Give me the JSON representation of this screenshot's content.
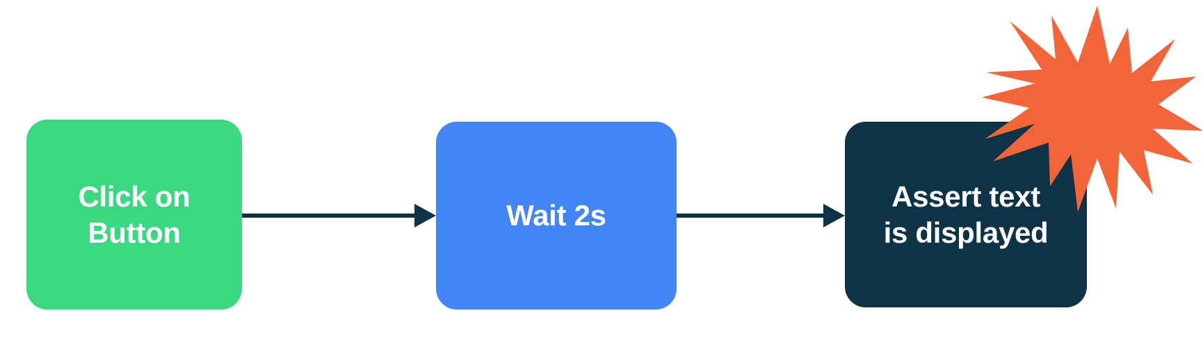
{
  "diagram": {
    "title": "test-step-flow",
    "background_color": "#ffffff",
    "nodes": [
      {
        "id": "click-on-button",
        "label": "Click on\nButton",
        "fill": "#3BD882",
        "text_color": "#ffffff"
      },
      {
        "id": "wait-2s",
        "label": "Wait 2s",
        "fill": "#4285F4",
        "text_color": "#ffffff"
      },
      {
        "id": "assert-text-is-displayed",
        "label": "Assert text\nis displayed",
        "fill": "#0E3347",
        "text_color": "#ffffff"
      }
    ],
    "connectors": [
      {
        "id": "arrow-click-to-wait",
        "from": "click-on-button",
        "to": "wait-2s",
        "color": "#0E3347"
      },
      {
        "id": "arrow-wait-to-assert",
        "from": "wait-2s",
        "to": "assert-text-is-displayed",
        "color": "#0E3347"
      }
    ],
    "decorations": [
      {
        "id": "starburst",
        "icon": "starburst-icon",
        "points": 12,
        "fill": "#F26538"
      }
    ]
  }
}
